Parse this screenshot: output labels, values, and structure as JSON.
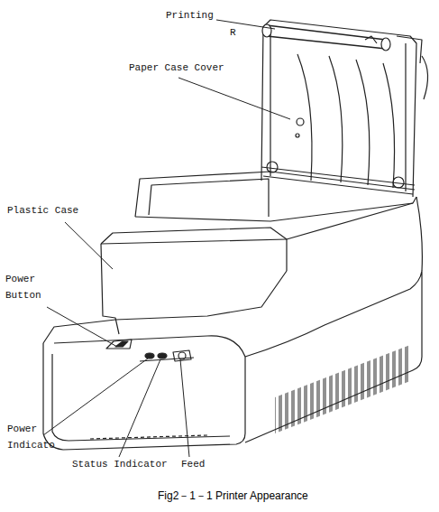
{
  "diagram": {
    "caption": "Fig2－1－1 Printer Appearance",
    "labels": [
      "Printing",
      "R",
      "Paper Case Cover",
      "Plastic Case",
      "Power Button",
      "Power Indicato",
      "Status Indicator",
      "Feed"
    ]
  }
}
